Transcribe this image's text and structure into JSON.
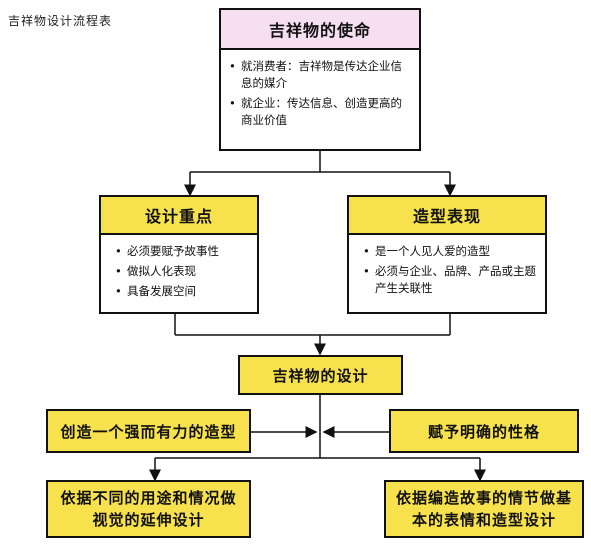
{
  "corner_title": "吉祥物设计流程表",
  "mission": {
    "title": "吉祥物的使命",
    "items": [
      "就消费者：吉祥物是传达企业信息的媒介",
      "就企业：传达信息、创造更高的商业价值"
    ]
  },
  "design_focus": {
    "title": "设计重点",
    "items": [
      "必须要赋予故事性",
      "做拟人化表现",
      "具备发展空间"
    ]
  },
  "styling": {
    "title": "造型表现",
    "items": [
      "是一个人见人爱的造型",
      "必须与企业、品牌、产品或主题产生关联性"
    ]
  },
  "mascot_design": "吉祥物的设计",
  "left_input": "创造一个强而有力的造型",
  "right_input": "赋予明确的性格",
  "bottom_left": "依据不同的用途和情况做视觉的延伸设计",
  "bottom_right": "依据编造故事的情节做基本的表情和造型设计",
  "colors": {
    "pink": "#f6dff0",
    "yellow": "#f7e24d"
  }
}
